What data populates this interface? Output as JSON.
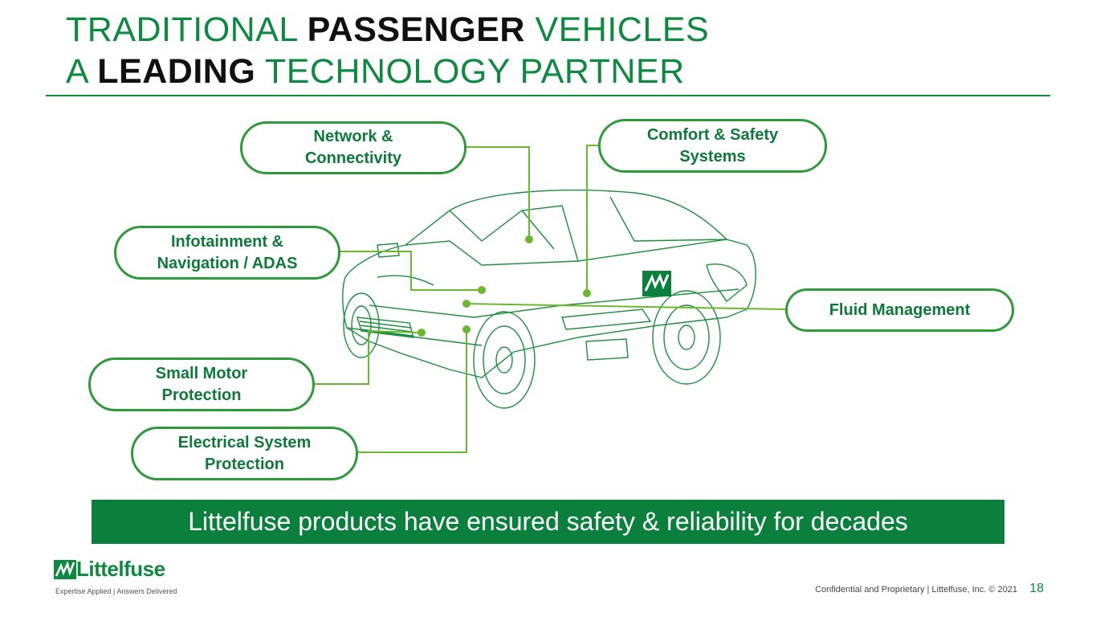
{
  "title": {
    "line1": {
      "pre": "TRADITIONAL ",
      "bold": "PASSENGER",
      "post": " VEHICLES"
    },
    "line2": {
      "pre": "A ",
      "bold": "LEADING",
      "post": " TECHNOLOGY PARTNER"
    }
  },
  "labels": {
    "network": [
      "Network &",
      "Connectivity"
    ],
    "comfort": [
      "Comfort & Safety",
      "Systems"
    ],
    "infotainment": [
      "Infotainment &",
      "Navigation / ADAS"
    ],
    "fluid": [
      "Fluid Management"
    ],
    "small_motor": [
      "Small Motor",
      "Protection"
    ],
    "electrical": [
      "Electrical System",
      "Protection"
    ]
  },
  "banner": "Littelfuse products have ensured safety & reliability for decades",
  "logo": {
    "name": "Littelfuse",
    "tagline": "Expertise Applied | Answers Delivered"
  },
  "footer": "Confidential and Proprietary | Littelfuse, Inc. © 2021",
  "page_number": "18",
  "colors": {
    "brand_green": "#0d8a3f",
    "accent_green": "#2e9a3a",
    "dot_green": "#6ab82e",
    "banner_bg": "#0b7f3c"
  }
}
